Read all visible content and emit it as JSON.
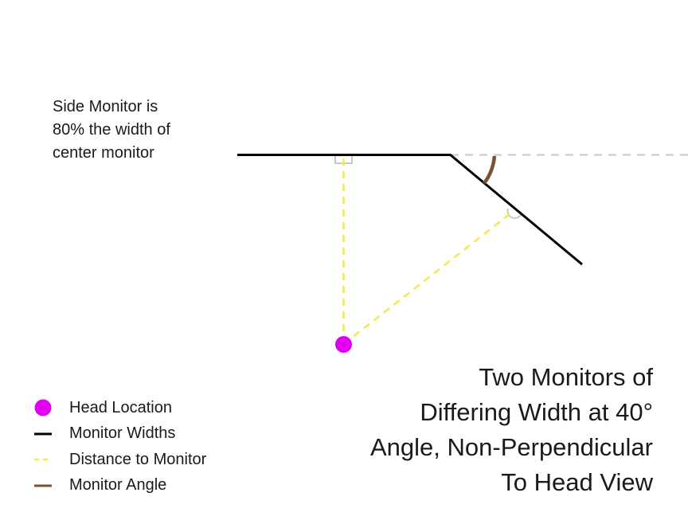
{
  "note": {
    "lines": [
      "Side Monitor is",
      "80% the width of",
      "center monitor"
    ]
  },
  "title": {
    "lines": [
      "Two Monitors of",
      "Differing Width at 40°",
      "Angle, Non-Perpendicular",
      "To Head View"
    ]
  },
  "legend": {
    "items": [
      {
        "label": "Head Location",
        "marker": "dot",
        "color": "#e100ef"
      },
      {
        "label": "Monitor Widths",
        "marker": "solid-line",
        "color": "#000000"
      },
      {
        "label": "Distance to Monitor",
        "marker": "dashed-line",
        "color": "#f5e94a"
      },
      {
        "label": "Monitor Angle",
        "marker": "solid-line",
        "color": "#7a5233"
      }
    ]
  },
  "colors": {
    "head": "#e100ef",
    "monitor": "#000000",
    "distance": "#f5e94a",
    "angle": "#7a5233",
    "reference": "#c8c8c8"
  }
}
